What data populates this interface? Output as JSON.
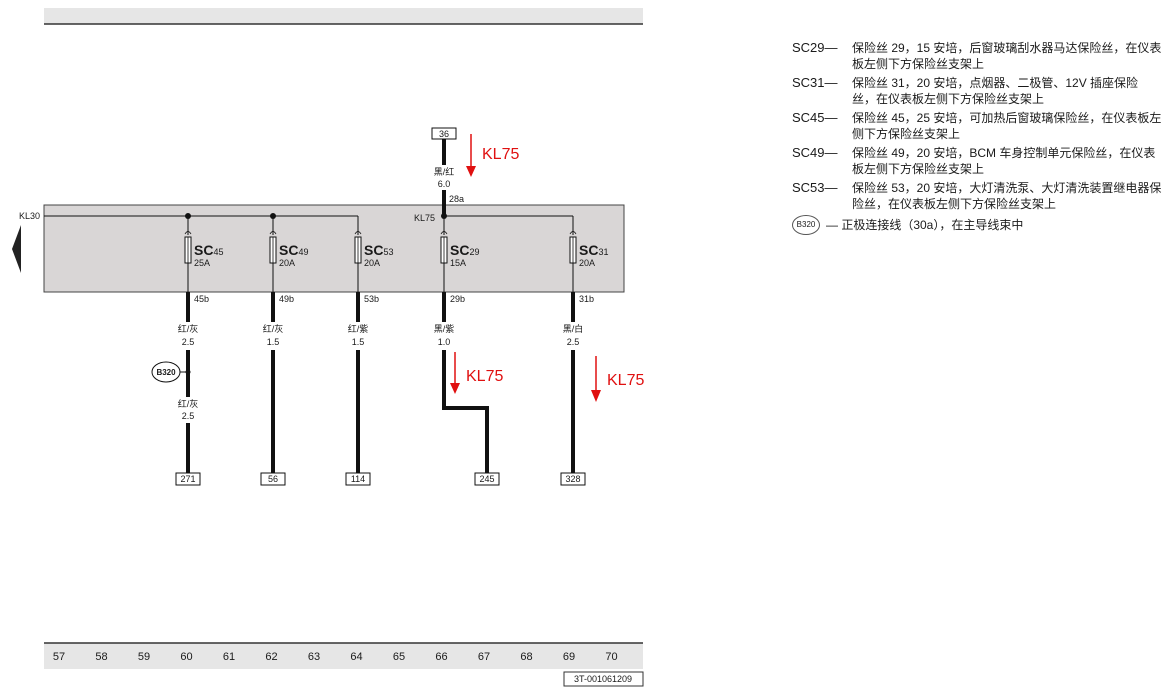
{
  "supply": {
    "main": "KL30",
    "bus": "KL75"
  },
  "source": {
    "terminal": "36",
    "wire_color": "黑/红",
    "wire_size": "6.0",
    "pin": "28a"
  },
  "arrow_label": "KL75",
  "fuses": [
    {
      "code": "SC",
      "num": "45",
      "amp": "25A",
      "pin": "45b",
      "color": "红/灰",
      "size": "2.5",
      "dest": "271"
    },
    {
      "code": "SC",
      "num": "49",
      "amp": "20A",
      "pin": "49b",
      "color": "红/灰",
      "size": "1.5",
      "dest": "56"
    },
    {
      "code": "SC",
      "num": "53",
      "amp": "20A",
      "pin": "53b",
      "color": "红/紫",
      "size": "1.5",
      "dest": "114"
    },
    {
      "code": "SC",
      "num": "29",
      "amp": "15A",
      "pin": "29b",
      "color": "黑/紫",
      "size": "1.0",
      "dest": "245"
    },
    {
      "code": "SC",
      "num": "31",
      "amp": "20A",
      "pin": "31b",
      "color": "黑/白",
      "size": "2.5",
      "dest": "328"
    }
  ],
  "connector": {
    "id": "B320",
    "color": "红/灰",
    "size": "2.5"
  },
  "ruler": [
    "57",
    "58",
    "59",
    "60",
    "61",
    "62",
    "63",
    "64",
    "65",
    "66",
    "67",
    "68",
    "69",
    "70"
  ],
  "doc_id": "3T-001061209",
  "legend": [
    {
      "code": "SC29",
      "dash": "—",
      "text": "保险丝 29，15 安培，后窗玻璃刮水器马达保险丝，在仪表板左侧下方保险丝支架上"
    },
    {
      "code": "SC31",
      "dash": "—",
      "text": "保险丝 31，20 安培，点烟器、二极管、12V 插座保险丝，在仪表板左侧下方保险丝支架上"
    },
    {
      "code": "SC45",
      "dash": "—",
      "text": "保险丝 45，25 安培，可加热后窗玻璃保险丝，在仪表板左侧下方保险丝支架上"
    },
    {
      "code": "SC49",
      "dash": "—",
      "text": "保险丝 49，20 安培，BCM 车身控制单元保险丝，在仪表板左侧下方保险丝支架上"
    },
    {
      "code": "SC53",
      "dash": "—",
      "text": "保险丝 53，20 安培，大灯清洗泵、大灯清洗装置继电器保险丝，在仪表板左侧下方保险丝支架上"
    }
  ],
  "legend_conn": {
    "badge": "B320",
    "text": "— 正极连接线（30a），在主导线束中"
  },
  "colors": {
    "box": "#d9d6d6",
    "wire": "#111111",
    "arrow": "#e01010",
    "header": "#e6e6e6"
  }
}
